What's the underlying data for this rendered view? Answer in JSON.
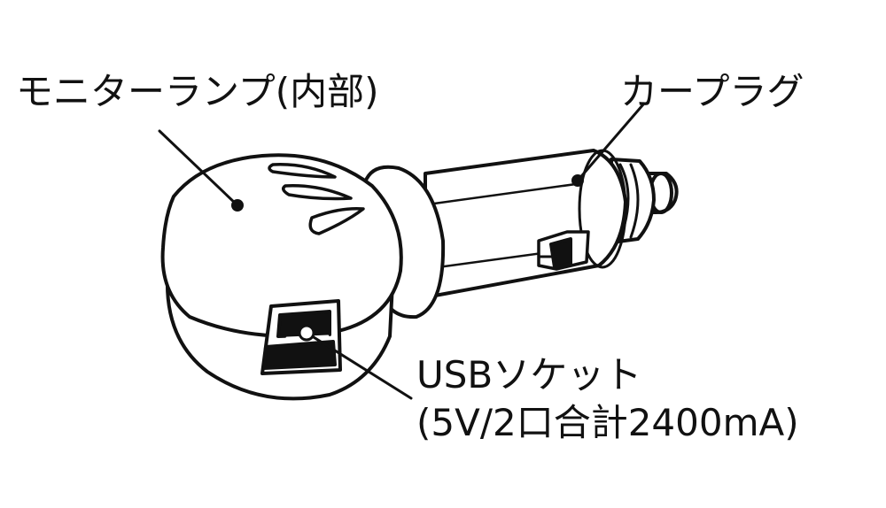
{
  "labels": {
    "monitor_lamp": "モニターランプ(内部)",
    "car_plug": "カープラグ",
    "usb_socket": "USBソケット",
    "usb_spec": "(5V/2口合計2400mA)"
  },
  "colors": {
    "ink": "#111111",
    "background": "#ffffff"
  }
}
